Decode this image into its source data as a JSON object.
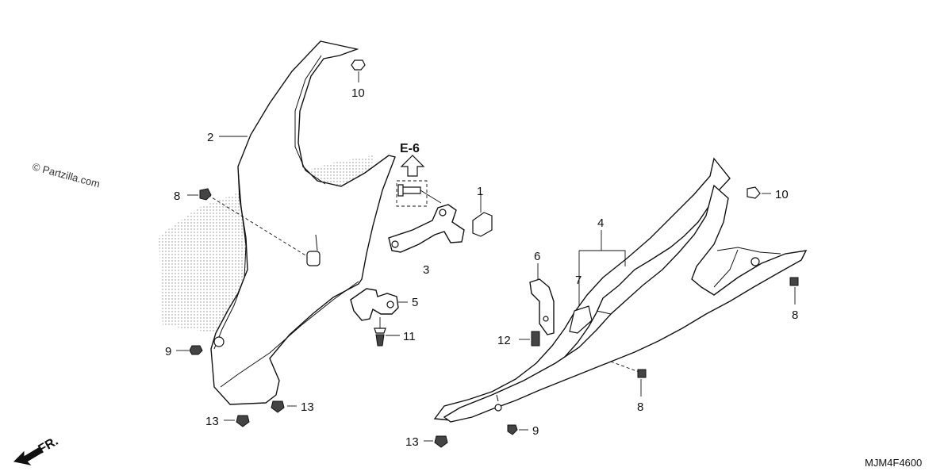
{
  "diagram": {
    "watermark": "© Partzilla.com",
    "ref_group": "E-6",
    "front_label": "FR.",
    "diagram_code": "MJM4F4600",
    "callouts": {
      "c1": "1",
      "c2": "2",
      "c3": "3",
      "c4": "4",
      "c5": "5",
      "c6": "6",
      "c7": "7",
      "c8a": "8",
      "c8b": "8",
      "c8c": "8",
      "c9a": "9",
      "c9b": "9",
      "c10a": "10",
      "c10b": "10",
      "c11": "11",
      "c12": "12",
      "c13a": "13",
      "c13b": "13",
      "c13c": "13"
    }
  }
}
